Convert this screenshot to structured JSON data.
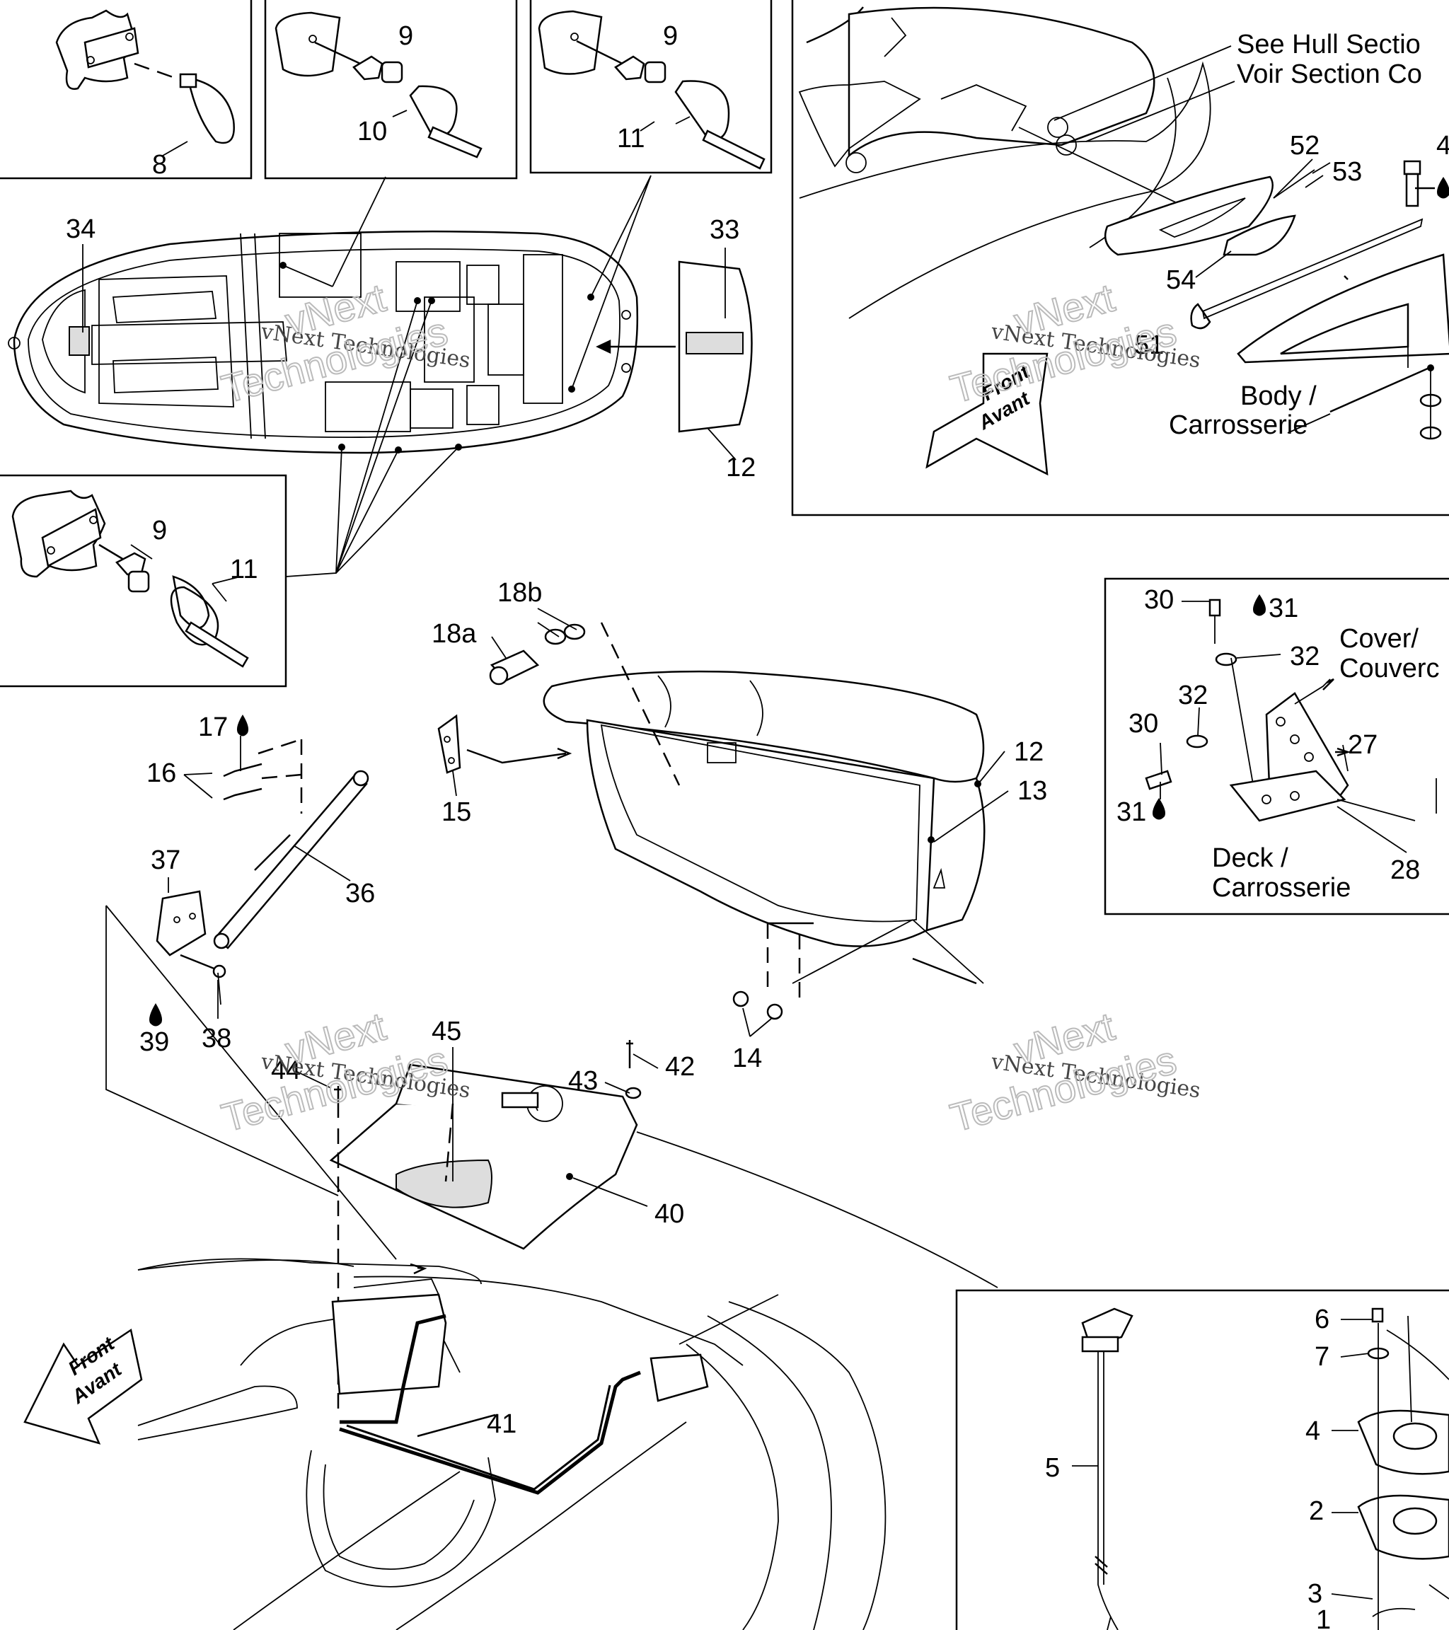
{
  "callouts": {
    "c8": "8",
    "c9a": "9",
    "c10": "10",
    "c9b": "9",
    "c11a": "11",
    "c34": "34",
    "c33": "33",
    "c12a": "12",
    "c9c": "9",
    "c11b": "11",
    "c52": "52",
    "c53": "53",
    "c54": "54",
    "c51": "51",
    "c4top": "4",
    "c18b": "18b",
    "c18a": "18a",
    "c17": "17",
    "c16": "16",
    "c15": "15",
    "c12b": "12",
    "c13": "13",
    "c37": "37",
    "c36": "36",
    "c39": "39",
    "c38": "38",
    "c14": "14",
    "c45": "45",
    "c44": "44",
    "c43": "43",
    "c42": "42",
    "c40": "40",
    "c41": "41",
    "c30a": "30",
    "c31a": "31",
    "c32a": "32",
    "c32b": "32",
    "c30b": "30",
    "c31b": "31",
    "c27": "27",
    "c28": "28",
    "c6": "6",
    "c7": "7",
    "c4": "4",
    "c5": "5",
    "c2": "2",
    "c3": "3",
    "c1": "1"
  },
  "notes": {
    "see_hull_1": "See Hull Sectio",
    "see_hull_2": "Voir Section Co",
    "body_1": "Body /",
    "body_2": "Carrosserie",
    "cover_1": "Cover/",
    "cover_2": "Couverc",
    "deck_1": "Deck /",
    "deck_2": "Carrosserie"
  },
  "direction_labels": {
    "front": "Front",
    "avant": "Avant"
  },
  "watermarks": {
    "brand_1": "vNext Technologies",
    "brand_2": "vNext",
    "brand_3": "Technologies"
  }
}
